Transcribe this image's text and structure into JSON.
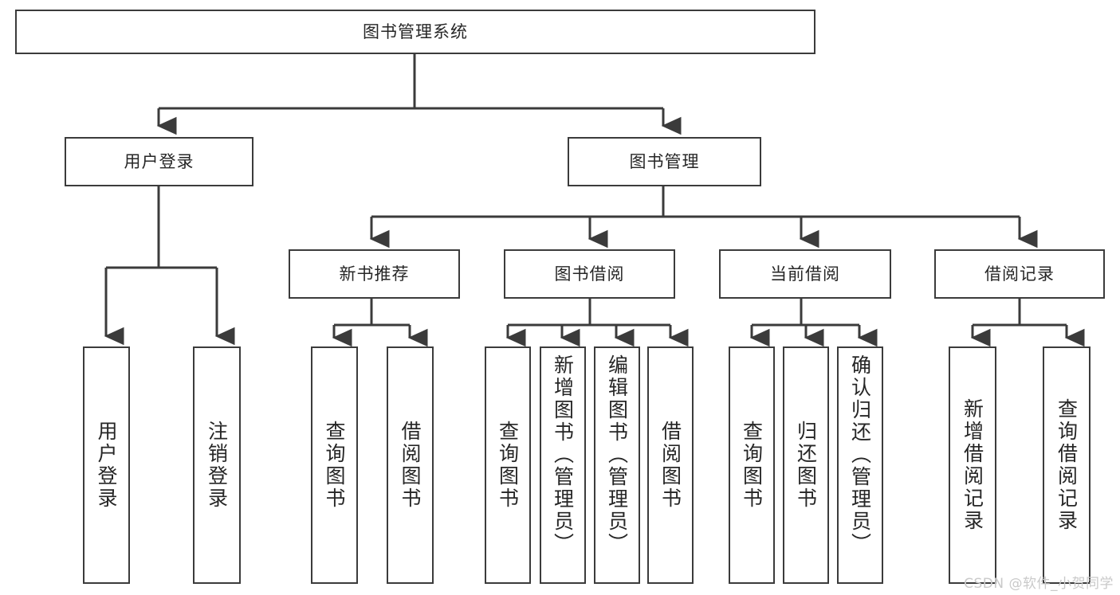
{
  "diagram": {
    "title": "图书管理系统",
    "type": "tree-hierarchy-chart",
    "colors": {
      "background": "#ffffff",
      "box_border": "#3b3b3b",
      "box_fill": "#ffffff",
      "connector": "#3b3b3b",
      "text": "#262626",
      "watermark": "#c9c9c9"
    }
  },
  "root": {
    "label": "图书管理系统"
  },
  "level1": [
    {
      "id": "user-login",
      "label": "用户登录"
    },
    {
      "id": "book-management",
      "label": "图书管理"
    }
  ],
  "level2": [
    {
      "id": "new-book-recommend",
      "label": "新书推荐"
    },
    {
      "id": "book-borrow",
      "label": "图书借阅"
    },
    {
      "id": "current-borrow",
      "label": "当前借阅"
    },
    {
      "id": "borrow-record",
      "label": "借阅记录"
    }
  ],
  "leaves": {
    "user_login": [
      {
        "id": "leaf-user-login",
        "label": "用户登录"
      },
      {
        "id": "leaf-logout-login",
        "label": "注销登录"
      }
    ],
    "new_book_recommend": [
      {
        "id": "leaf-query-book-1",
        "label": "查询图书"
      },
      {
        "id": "leaf-borrow-book-1",
        "label": "借阅图书"
      }
    ],
    "book_borrow": [
      {
        "id": "leaf-query-book-2",
        "label": "查询图书"
      },
      {
        "id": "leaf-add-book",
        "label": "新增图书（管理员）"
      },
      {
        "id": "leaf-edit-book",
        "label": "编辑图书（管理员）"
      },
      {
        "id": "leaf-borrow-book-2",
        "label": "借阅图书"
      }
    ],
    "current_borrow": [
      {
        "id": "leaf-query-book-3",
        "label": "查询图书"
      },
      {
        "id": "leaf-return-book",
        "label": "归还图书"
      },
      {
        "id": "leaf-confirm-return",
        "label": "确认归还（管理员）"
      }
    ],
    "borrow_record": [
      {
        "id": "leaf-add-record",
        "label": "新增借阅记录"
      },
      {
        "id": "leaf-query-record",
        "label": "查询借阅记录"
      }
    ]
  },
  "watermark": {
    "text": "CSDN @软件_小贺同学"
  }
}
